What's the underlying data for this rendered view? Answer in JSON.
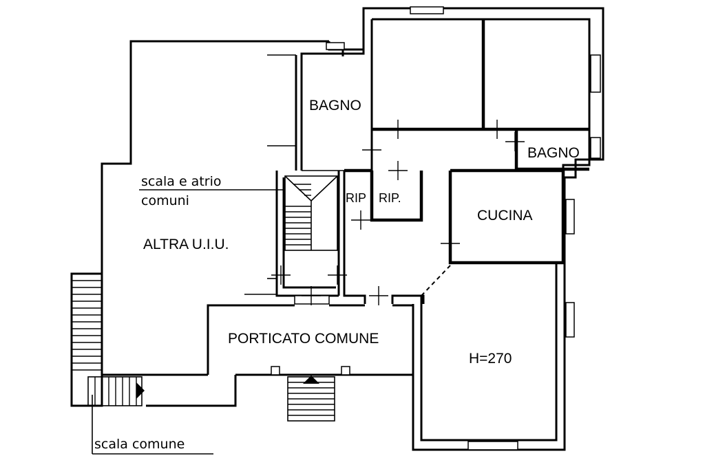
{
  "labels": {
    "bagno_1": "BAGNO",
    "bagno_2": "BAGNO",
    "rip_1": "RIP",
    "rip_2": "RIP.",
    "cucina": "CUCINA",
    "altra_uiu": "ALTRA U.I.U.",
    "porticato": "PORTICATO COMUNE",
    "height": "H=270",
    "scala_atrio_line1": "scala e atrio",
    "scala_atrio_line2": "comuni",
    "scala_comune": "scala comune"
  }
}
